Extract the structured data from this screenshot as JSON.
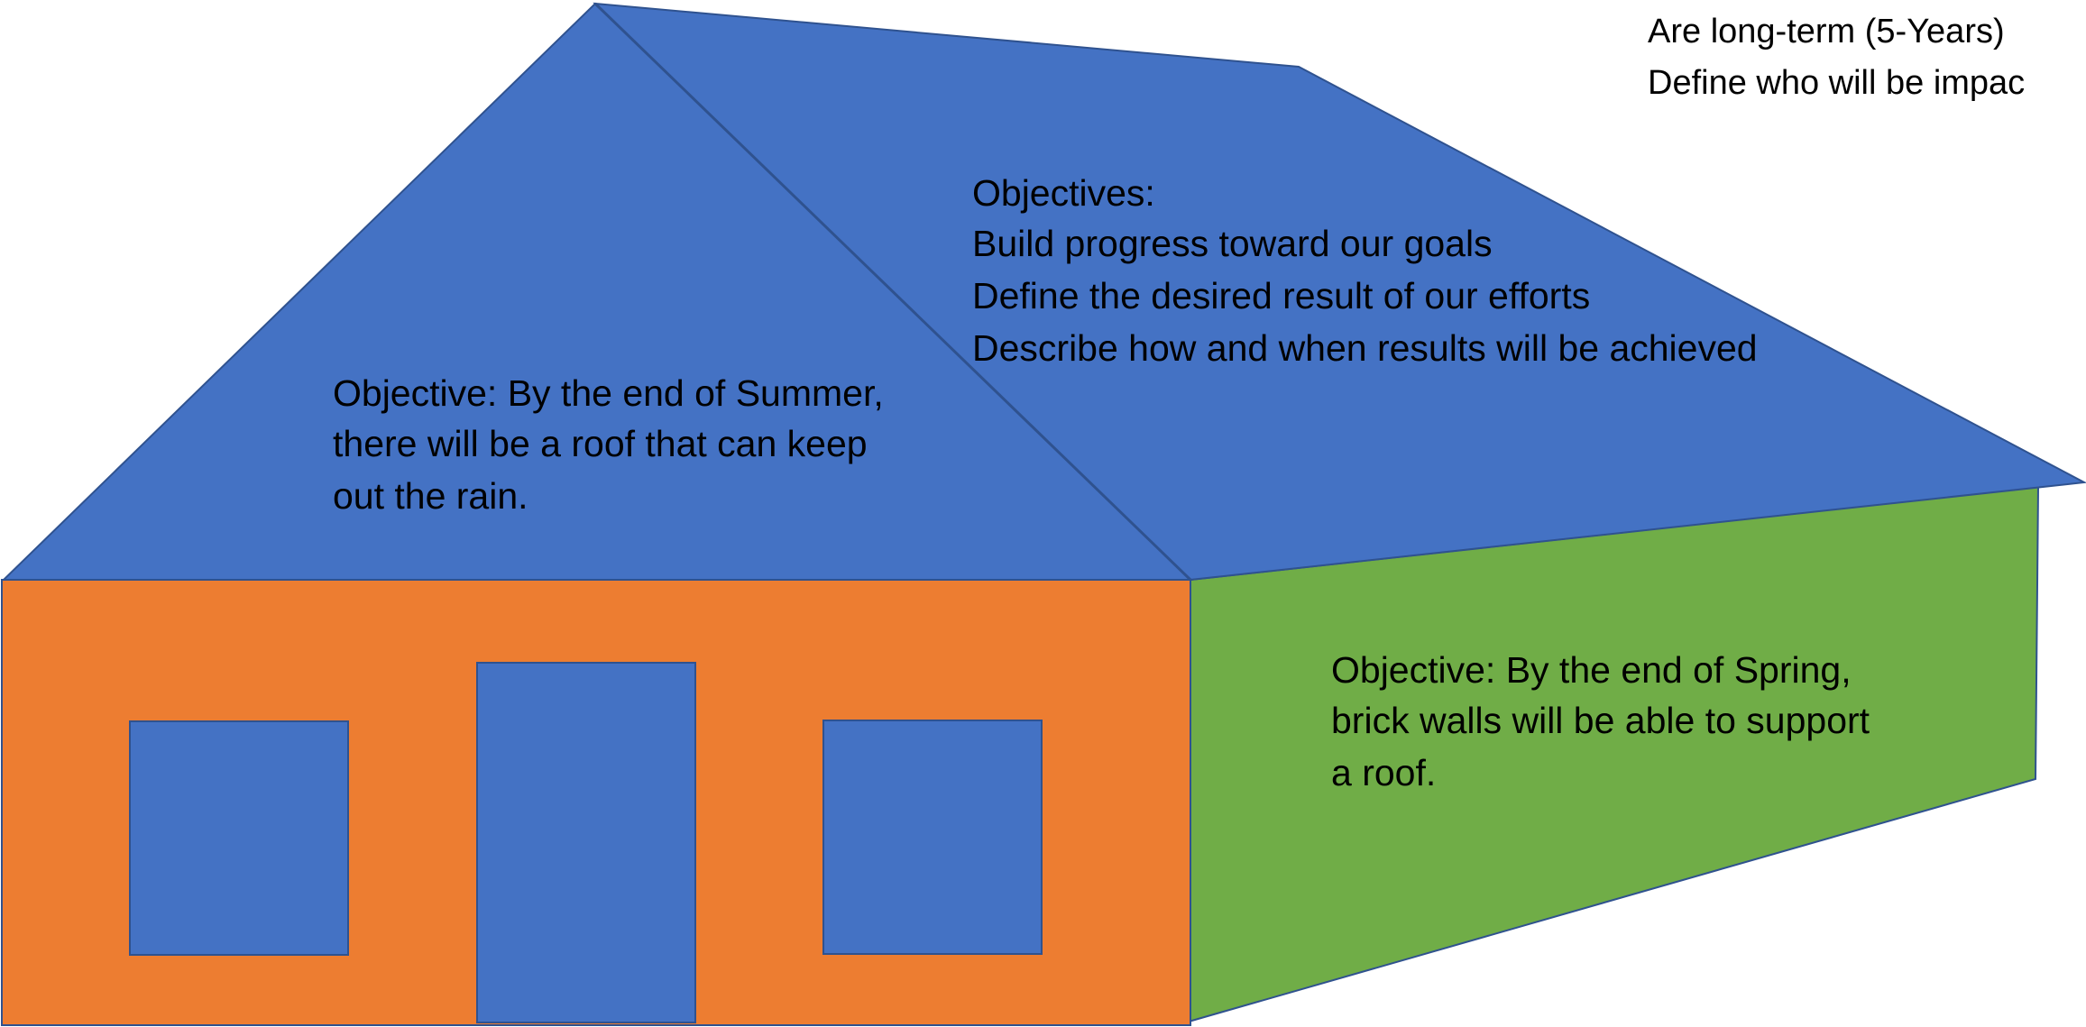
{
  "colors": {
    "roof": "#4472C4",
    "front_wall": "#ED7D31",
    "side_wall": "#70AD47",
    "outline": "#2F528F",
    "text": "#000000"
  },
  "top_note": {
    "lines": [
      "Are long-term (5-Years)",
      "Define who will be impac"
    ]
  },
  "objectives_note": {
    "lines": [
      "Objectives:",
      "Build progress toward our goals",
      "Define the desired result of our efforts",
      "Describe how and when results will be achieved"
    ]
  },
  "roof_objective": {
    "lines": [
      "Objective: By the end of Summer,",
      "there will be a roof that can keep",
      "out the rain."
    ]
  },
  "wall_objective": {
    "lines": [
      "Objective: By the end of Spring,",
      "brick walls will be able to support",
      "a roof."
    ]
  }
}
